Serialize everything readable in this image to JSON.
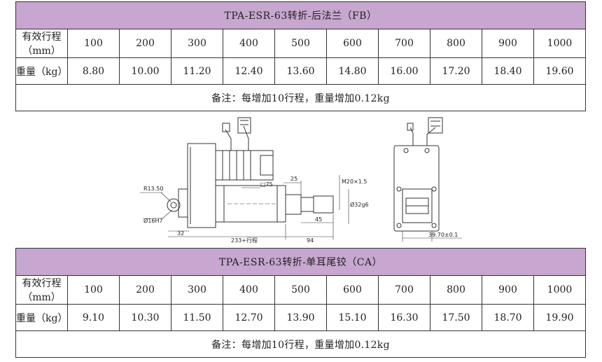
{
  "tables": [
    {
      "title": "TPA-ESR-63转折-后法兰（FB）",
      "stroke_label": "有效行程（mm）",
      "stroke_values": [
        "100",
        "200",
        "300",
        "400",
        "500",
        "600",
        "700",
        "800",
        "900",
        "1000"
      ],
      "weight_label": "重量（kg）",
      "weight_values": [
        "8.80",
        "10.00",
        "11.20",
        "12.40",
        "13.60",
        "14.80",
        "16.00",
        "17.20",
        "18.40",
        "19.60"
      ],
      "note": "备注：每增加10行程，重量增加0.12kg"
    },
    {
      "title": "TPA-ESR-63转折-单耳尾铰（CA）",
      "stroke_label": "有效行程（mm）",
      "stroke_values": [
        "100",
        "200",
        "300",
        "400",
        "500",
        "600",
        "700",
        "800",
        "900",
        "1000"
      ],
      "weight_label": "重量（kg）",
      "weight_values": [
        "9.10",
        "10.30",
        "11.50",
        "12.70",
        "13.90",
        "15.10",
        "16.30",
        "17.50",
        "18.70",
        "19.90"
      ],
      "note": "备注：每增加10行程，重量增加0.12kg"
    }
  ],
  "drawing": {
    "colors": {
      "title_bg": "#c7a6cf",
      "line": "#333333"
    },
    "dims": {
      "r": "R13.50",
      "bore": "Ø16H7",
      "square": "□75",
      "len25": "25",
      "thread": "M20×1.5",
      "dia": "Ø32g6",
      "len45": "45",
      "len32": "32",
      "stroke": "233+行程",
      "len94": "94",
      "side": "39.70±0.1"
    }
  }
}
